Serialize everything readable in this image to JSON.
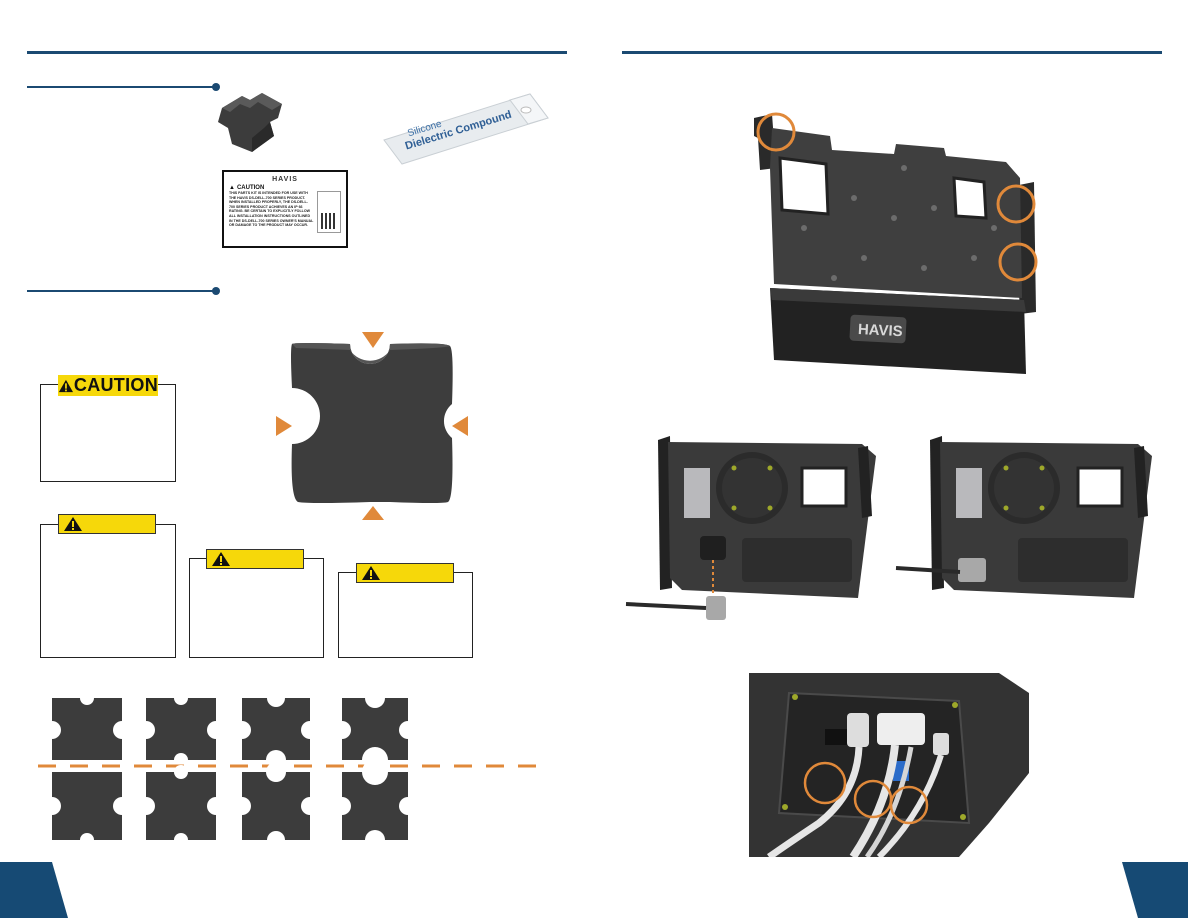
{
  "caution_label": {
    "title": "CAUTION"
  },
  "kit_label": {
    "brand": "HAVIS",
    "caution_heading": "CAUTION",
    "body": "THIS PARTS KIT IS INTENDED FOR USE WITH THE HAVIS DS-DELL-700 SERIES PRODUCT. WHEN INSTALLED PROPERLY, THE DS-DELL-700 SERIES PRODUCT ACHIEVES AN IP 66 RATING. BE CERTAIN TO EXPLICITLY FOLLOW ALL INSTALLATION INSTRUCTIONS OUTLINED IN THE DS-DELL-700 SERIES OWNER'S MANUAL OR DAMAGE TO THE PRODUCT MAY OCCUR."
  },
  "packet": {
    "line1": "Silicone",
    "line2": "Dielectric Compound"
  },
  "dock": {
    "brand": "HAVIS"
  },
  "colors": {
    "navy": "#1b4a72",
    "orange": "#e0893a",
    "caution_yellow": "#f6d80a",
    "rubber": "#3a3a3a"
  }
}
